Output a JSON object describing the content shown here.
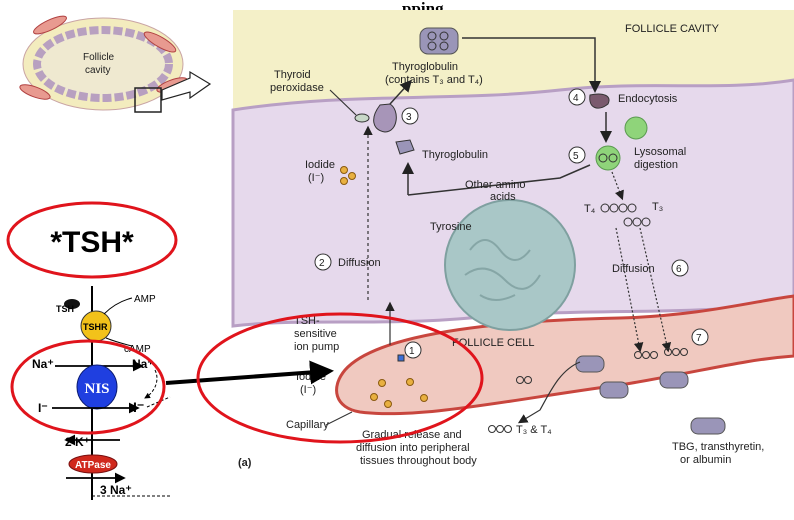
{
  "title_fragment": "pping",
  "follicle_cavity_label": "FOLLICLE CAVITY",
  "follicle_cell_label": "FOLLICLE CELL",
  "inset": {
    "line1": "Follicle",
    "line2": "cavity"
  },
  "tsh_circle_text": "*TSH*",
  "panel_label": "(a)",
  "steps": {
    "s1": "1",
    "s2": "2",
    "s3": "3",
    "s4": "4",
    "s5": "5",
    "s6": "6",
    "s7": "7"
  },
  "labels": {
    "thyroid_peroxidase_1": "Thyroid",
    "thyroid_peroxidase_2": "peroxidase",
    "thyroglobulin_top_1": "Thyroglobulin",
    "thyroglobulin_top_2": "(contains T₃ and T₄)",
    "endocytosis": "Endocytosis",
    "lysosomal_1": "Lysosomal",
    "lysosomal_2": "digestion",
    "iodide_cell_1": "Iodide",
    "iodide_cell_2": "(I⁻)",
    "thyroglobulin_mid": "Thyroglobulin",
    "other_amino_1": "Other amino",
    "other_amino_2": "acids",
    "tyrosine": "Tyrosine",
    "t4_cell": "T₄",
    "t3_cell": "T₃",
    "diffusion_left": "Diffusion",
    "diffusion_right": "Diffusion",
    "tsh_pump_1": "TSH-",
    "tsh_pump_2": "sensitive",
    "tsh_pump_3": "ion pump",
    "iodide_cap_1": "Iodide",
    "iodide_cap_2": "(I⁻)",
    "capillary": "Capillary",
    "gradual_1": "Gradual release and",
    "gradual_2": "diffusion into peripheral",
    "gradual_3": "tissues throughout body",
    "t3_t4": "T₃ & T₄",
    "tbg_1": "TBG, transthyretin,",
    "tbg_2": "or albumin"
  },
  "mechanism": {
    "tsh": "TSH",
    "tshr": "TSHR",
    "amp": "AMP",
    "camp": "cAMP",
    "na_left": "Na⁺",
    "na_right": "Na⁺",
    "nis": "NIS",
    "i_left": "I⁻",
    "i_right": "I⁻",
    "k": "2 K⁺",
    "atpase": "ATPase",
    "na3": "3 Na⁺"
  },
  "colors": {
    "cell": "#e6d9ec",
    "cavity": "#f4f0c8",
    "capillary": "#f0c9c0",
    "red": "#e0141c",
    "nis": "#1f3fe0",
    "tshr": "#f2c21a",
    "atpase": "#d0281c"
  }
}
